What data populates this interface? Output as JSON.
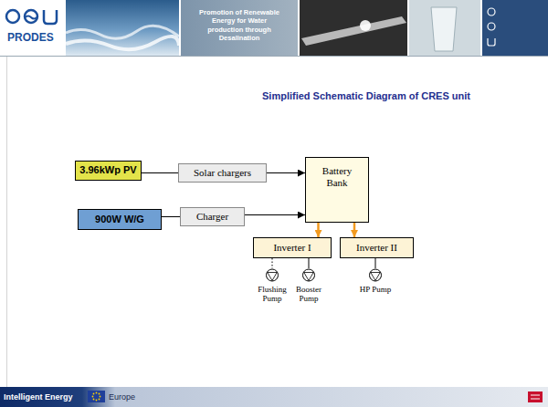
{
  "diagram": {
    "title": "Simplified Schematic Diagram of CRES unit",
    "nodes": [
      {
        "text": [
          "3.96kWp PV"
        ]
      },
      {
        "text": [
          "Solar chargers"
        ]
      },
      {
        "text": [
          "Battery Bank"
        ]
      },
      {
        "text": [
          "900W W/G"
        ]
      },
      {
        "text": [
          "Charger"
        ]
      },
      {
        "text": [
          "Inverter I"
        ]
      },
      {
        "text": [
          "Inverter II"
        ]
      },
      {
        "text": [
          "Flushing Pump"
        ]
      },
      {
        "text": [
          "Booster Pump"
        ]
      },
      {
        "text": [
          "HP Pump"
        ]
      }
    ],
    "edges": [
      {
        "from": 0,
        "to": 1,
        "arrow": "none"
      },
      {
        "from": 1,
        "to": 2,
        "arrow": "to"
      },
      {
        "from": 3,
        "to": 4,
        "arrow": "none"
      },
      {
        "from": 4,
        "to": 2,
        "arrow": "to"
      },
      {
        "from": 2,
        "to": 5,
        "arrow": "to"
      },
      {
        "from": 2,
        "to": 6,
        "arrow": "to"
      },
      {
        "from": 5,
        "to": 7,
        "arrow": "none"
      },
      {
        "from": 5,
        "to": 8,
        "arrow": "none"
      },
      {
        "from": 6,
        "to": 9,
        "arrow": "none"
      }
    ],
    "labels": [
      "PRODES",
      "Promotion of Renewable Energy for Water production through Desalination",
      "Intelligent Energy",
      "Europe"
    ]
  }
}
